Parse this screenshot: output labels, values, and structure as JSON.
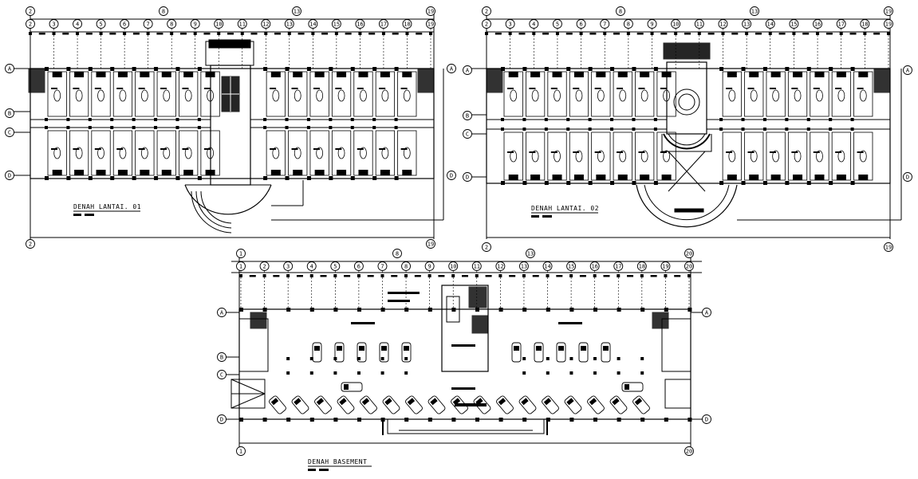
{
  "drawing": {
    "background": "#ffffff",
    "line_color": "#000000",
    "plans": [
      {
        "id": "lantai-01",
        "title": "DENAH LANTAI. 01",
        "column_labels": [
          "2",
          "3",
          "4",
          "5",
          "6",
          "7",
          "8",
          "9",
          "10",
          "11",
          "12",
          "13",
          "14",
          "15",
          "16",
          "17",
          "18",
          "19"
        ],
        "row_labels": [
          "A",
          "B",
          "C",
          "D"
        ],
        "dimension_labels": [
          "2",
          "8",
          "13",
          "19"
        ]
      },
      {
        "id": "lantai-02",
        "title": "DENAH LANTAI. 02",
        "column_labels": [
          "2",
          "3",
          "4",
          "5",
          "6",
          "7",
          "8",
          "9",
          "10",
          "11",
          "12",
          "13",
          "14",
          "15",
          "16",
          "17",
          "18",
          "19"
        ],
        "row_labels": [
          "A",
          "B",
          "C",
          "D"
        ],
        "dimension_labels": [
          "2",
          "8",
          "13",
          "19"
        ]
      },
      {
        "id": "basement",
        "title": "DENAH BASEMENT",
        "column_labels": [
          "1",
          "2",
          "3",
          "4",
          "5",
          "6",
          "7",
          "8",
          "9",
          "10",
          "11",
          "12",
          "13",
          "14",
          "15",
          "16",
          "17",
          "18",
          "19",
          "20"
        ],
        "row_labels": [
          "A",
          "B",
          "C",
          "D"
        ],
        "dimension_labels": [
          "1",
          "8",
          "13",
          "20"
        ]
      }
    ]
  }
}
